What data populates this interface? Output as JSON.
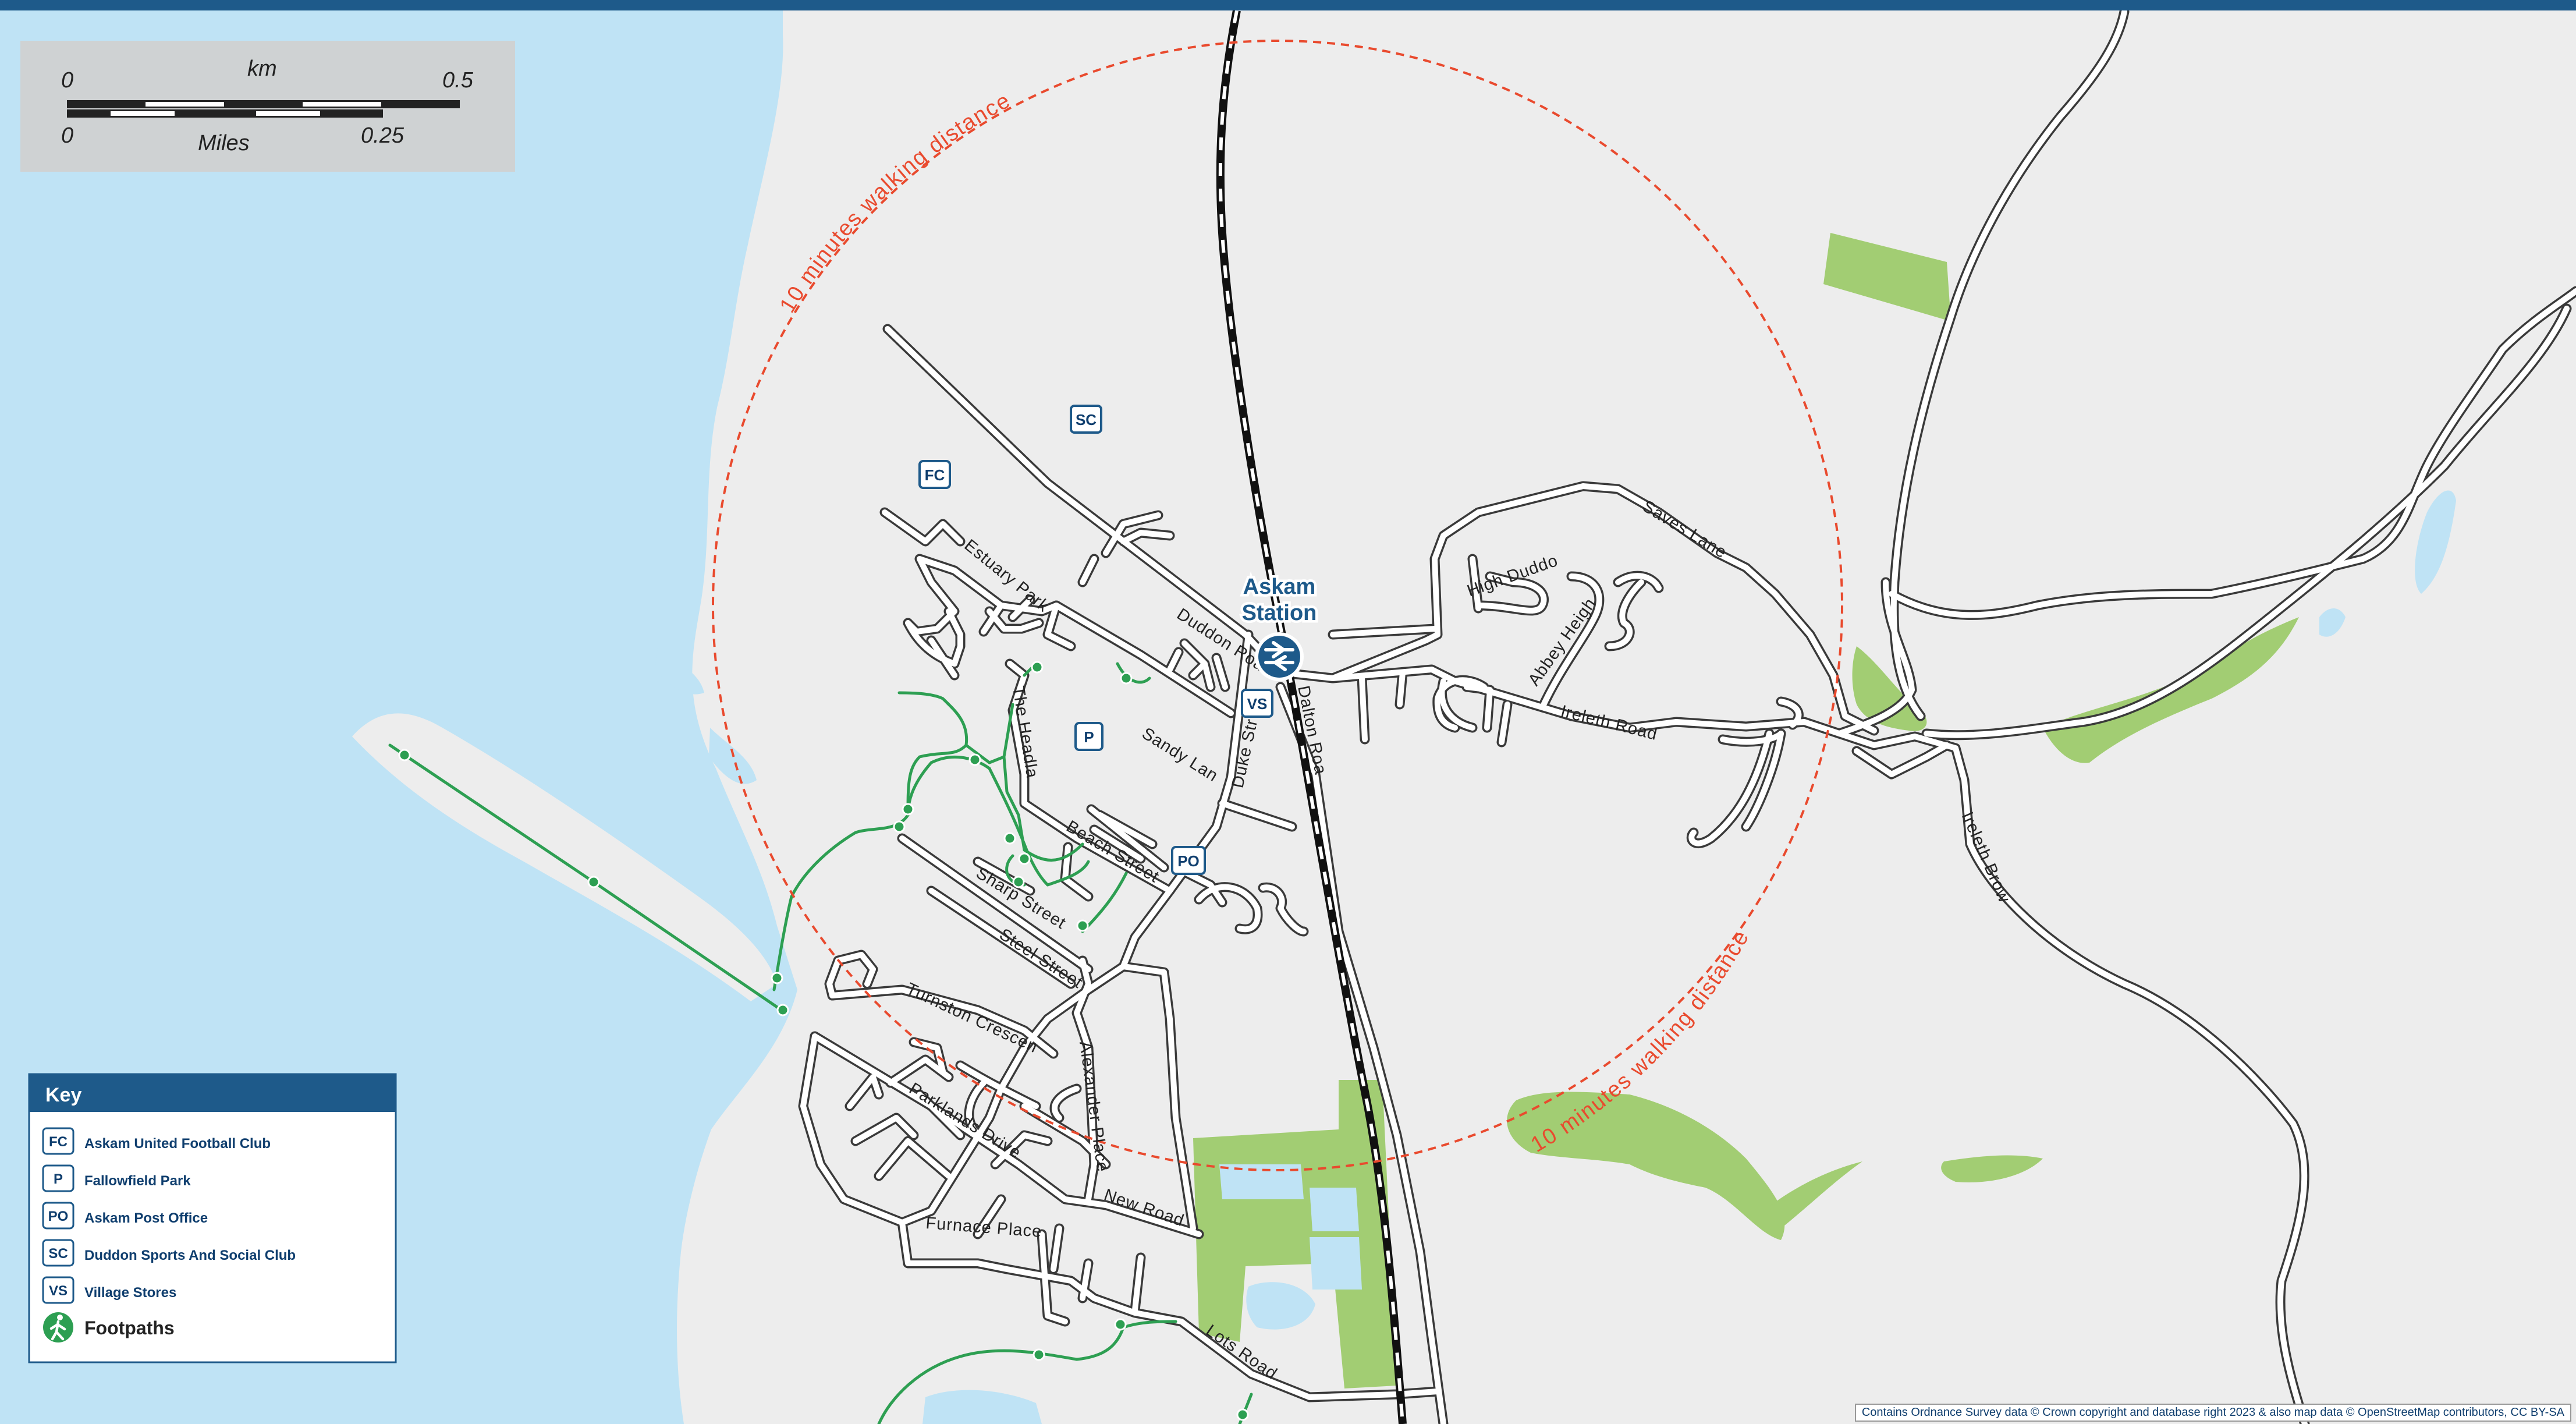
{
  "map": {
    "colors": {
      "land": "#ededed",
      "water": "#bfe3f5",
      "green": "#a2cd73",
      "road_casing": "#3a3a3a",
      "road_fill": "#ffffff",
      "footpath": "#2d9f52",
      "walking_circle": "#e94a2e",
      "poi_text": "#0f3e6e",
      "header_bar": "#1e5a8a"
    },
    "walking_label": "10 minutes walking distance",
    "station": {
      "line1": "Askam",
      "line2": "Station",
      "icon": "national-rail-icon"
    },
    "roads": {
      "estuary_park": "Estuary Park",
      "duddon_road": "Duddon Road",
      "the_headland": "The Headland",
      "sandy_lane": "Sandy Lane",
      "duke_street": "Duke Street",
      "dalton_road": "Dalton Road",
      "beach_street": "Beach Street",
      "sharp_street": "Sharp Street",
      "steel_street": "Steel Street",
      "turnston_crescent": "Turnston Crescent",
      "alexander_place": "Alexander Place",
      "parklands_drive": "Parklands Drive",
      "new_road": "New Road",
      "furnace_place": "Furnace Place",
      "lots_road": "Lots Road",
      "saves_lane": "Saves Lane",
      "high_duddon_close": "High Duddon Close",
      "abbey_heights": "Abbey Heights",
      "ireleth_road": "Ireleth Road",
      "ireleth_brow": "Ireleth Brow"
    },
    "pois": {
      "fc": "FC",
      "sc": "SC",
      "p": "P",
      "vs": "VS",
      "po": "PO"
    }
  },
  "scale_bar": {
    "km_unit": "km",
    "km_start": "0",
    "km_end": "0.5",
    "miles_unit": "Miles",
    "miles_start": "0",
    "miles_end": "0.25"
  },
  "key": {
    "title": "Key",
    "items": [
      {
        "code": "FC",
        "label": "Askam United Football Club"
      },
      {
        "code": "P",
        "label": "Fallowfield Park"
      },
      {
        "code": "PO",
        "label": "Askam Post Office"
      },
      {
        "code": "SC",
        "label": "Duddon Sports And Social Club"
      },
      {
        "code": "VS",
        "label": "Village Stores"
      },
      {
        "code": "",
        "label": "Footpaths",
        "icon": "walking-person-icon"
      }
    ]
  },
  "credit": "Contains Ordnance Survey data © Crown copyright and database right 2023 & also map data © OpenStreetMap contributors, CC BY-SA"
}
